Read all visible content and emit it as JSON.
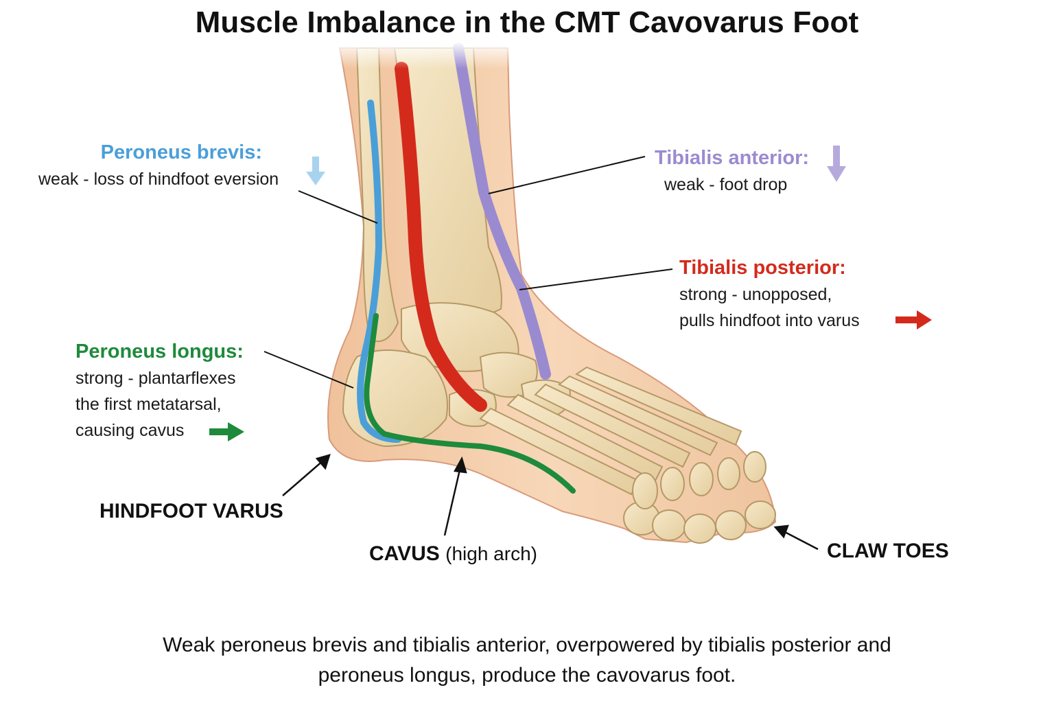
{
  "title": "Muscle Imbalance in the CMT Cavovarus Foot",
  "colors": {
    "peroneus_brevis": "#4a9fd8",
    "tibialis_anterior": "#9a8bd0",
    "tibialis_posterior": "#d42a1c",
    "peroneus_longus": "#1e8a3c",
    "bone": "#efdcb4",
    "skin": "#f2c9a4"
  },
  "labels": {
    "peroneus_brevis": {
      "head": "Peroneus brevis:",
      "lines": [
        "weak - loss of hindfoot eversion"
      ],
      "arrow": "down-arrow"
    },
    "tibialis_anterior": {
      "head": "Tibialis anterior:",
      "lines": [
        "weak - foot drop"
      ],
      "arrow": "down-arrow"
    },
    "tibialis_posterior": {
      "head": "Tibialis posterior:",
      "lines": [
        "strong - unopposed,",
        "pulls hindfoot into varus"
      ],
      "arrow": "right-arrow"
    },
    "peroneus_longus": {
      "head": "Peroneus longus:",
      "lines": [
        "strong - plantarflexes",
        "the first metatarsal,",
        "causing cavus"
      ],
      "arrow": "right-arrow"
    }
  },
  "deformities": {
    "hindfoot_varus": "HINDFOOT VARUS",
    "cavus": "CAVUS",
    "cavus_note": "(high arch)",
    "claw_toes": "CLAW TOES"
  },
  "caption": {
    "line1": "Weak peroneus brevis and tibialis anterior, overpowered by tibialis posterior and",
    "line2": "peroneus longus, produce the cavovarus foot."
  }
}
